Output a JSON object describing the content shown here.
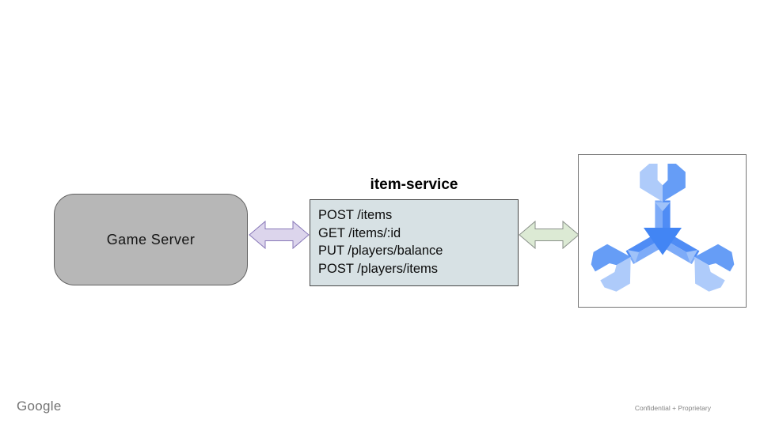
{
  "slide": {
    "background": "#ffffff"
  },
  "nodes": {
    "game_server": {
      "label": "Game Server",
      "fill": "#b7b7b7",
      "border": "#616161"
    },
    "item_service": {
      "title": "item-service",
      "endpoints": [
        "POST /items",
        "GET /items/:id",
        "PUT /players/balance",
        "POST /players/items"
      ],
      "fill": "#d7e1e4",
      "border": "#474747"
    },
    "database": {
      "icon": "cloud-spanner-icon",
      "box_border": "#757575",
      "icon_colors": {
        "light": "#aecbfa",
        "medium": "#669df6",
        "shaft_light": "#7dabf8",
        "shaft_dark": "#4f8cf5",
        "core": "#4285f4",
        "wedge": "#9fc2f9"
      }
    }
  },
  "connectors": {
    "left": {
      "type": "bidirectional-arrow",
      "fill": "#dcd5ec",
      "stroke": "#8878b8"
    },
    "right": {
      "type": "bidirectional-arrow",
      "fill": "#dcead4",
      "stroke": "#8a918a"
    }
  },
  "footer": {
    "brand": "Google",
    "confidential": "Confidential + Proprietary"
  }
}
